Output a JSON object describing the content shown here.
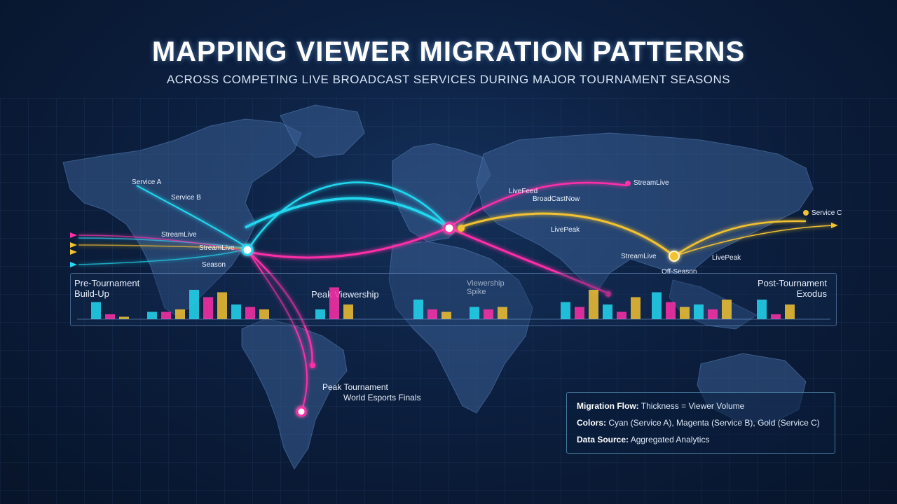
{
  "title": "MAPPING VIEWER MIGRATION PATTERNS",
  "subtitle": "ACROSS COMPETING LIVE BROADCAST SERVICES DURING MAJOR TOURNAMENT SEASONS",
  "colors": {
    "service_a": "#22d8f0",
    "service_b": "#ff2fa8",
    "service_c": "#f2c230",
    "background": "#0c1f3f"
  },
  "map_labels": {
    "service_a": "Service A",
    "service_b": "Service B",
    "service_c": "Service C",
    "streamlive_na": "StreamLive",
    "streamlive_na2": "StreamLive",
    "season": "Season",
    "livefeed": "LiveFeed",
    "broadcastnow": "BroadCastNow",
    "streamlive_asia": "StreamLive",
    "livepeak_asia": "LivePeak",
    "streamlive_east": "StreamLive",
    "livepeak_east": "LivePeak",
    "off_season": "Off-Season",
    "viewership_spike": "Viewership Spike",
    "peak_viewership": "Peak Viewership"
  },
  "timeline": {
    "phases": {
      "pre": [
        "Pre-Tournament",
        "Build-Up"
      ],
      "post": [
        "Post-Tournament",
        "Exodus"
      ]
    }
  },
  "annotation": {
    "line1": "Peak Tournament",
    "line2": "World Esports Finals"
  },
  "legend": {
    "row1_key": "Migration Flow:",
    "row1_val": " Thickness = Viewer Volume",
    "row2_key": "Colors:",
    "row2_val": " Cyan (Service A), Magenta (Service B), Gold (Service C)",
    "row3_key": "Data Source:",
    "row3_val": " Aggregated Analytics"
  },
  "chart_data": {
    "type": "bar",
    "series": [
      {
        "color": "service_a",
        "values": [
          0.35,
          0.15,
          0.6,
          0.3,
          0.2,
          0.4,
          0.25,
          0.35,
          0.3,
          0.55,
          0.3,
          0.4
        ]
      },
      {
        "color": "service_b",
        "values": [
          0.1,
          0.15,
          0.45,
          0.25,
          0.65,
          0.2,
          0.2,
          0.25,
          0.15,
          0.35,
          0.2,
          0.1
        ]
      },
      {
        "color": "service_c",
        "values": [
          0.05,
          0.2,
          0.55,
          0.2,
          0.3,
          0.15,
          0.25,
          0.6,
          0.45,
          0.25,
          0.4,
          0.3
        ]
      }
    ]
  }
}
